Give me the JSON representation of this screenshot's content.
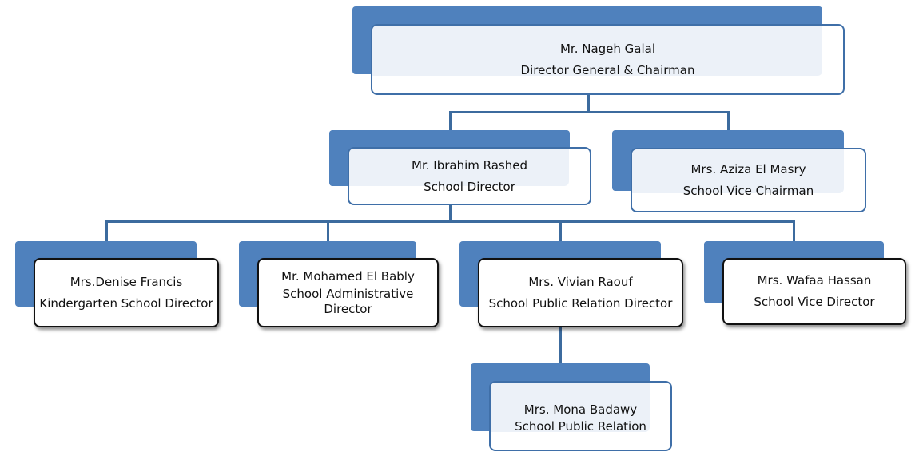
{
  "chart": {
    "root": {
      "name": "Mr. Nageh Galal",
      "title": "Director General & Chairman"
    },
    "level2": [
      {
        "name": "Mr. Ibrahim Rashed",
        "title": "School Director"
      },
      {
        "name": "Mrs. Aziza El Masry",
        "title": "School Vice Chairman"
      }
    ],
    "level3": [
      {
        "name": "Mrs.Denise Francis",
        "title": "Kindergarten School Director"
      },
      {
        "name": "Mr. Mohamed El Bably",
        "title": "School Administrative Director"
      },
      {
        "name": "Mrs. Vivian Raouf",
        "title": "School Public Relation Director"
      },
      {
        "name": "Mrs. Wafaa Hassan",
        "title": "School Vice Director"
      }
    ],
    "level4": [
      {
        "name": "Mrs. Mona Badawy",
        "title": "School Public Relation"
      }
    ]
  },
  "colors": {
    "tab": "#4f81bd",
    "connector": "#3c6b9e",
    "card_border_blue": "#3f6fa8",
    "card_border_dark": "#111111"
  }
}
